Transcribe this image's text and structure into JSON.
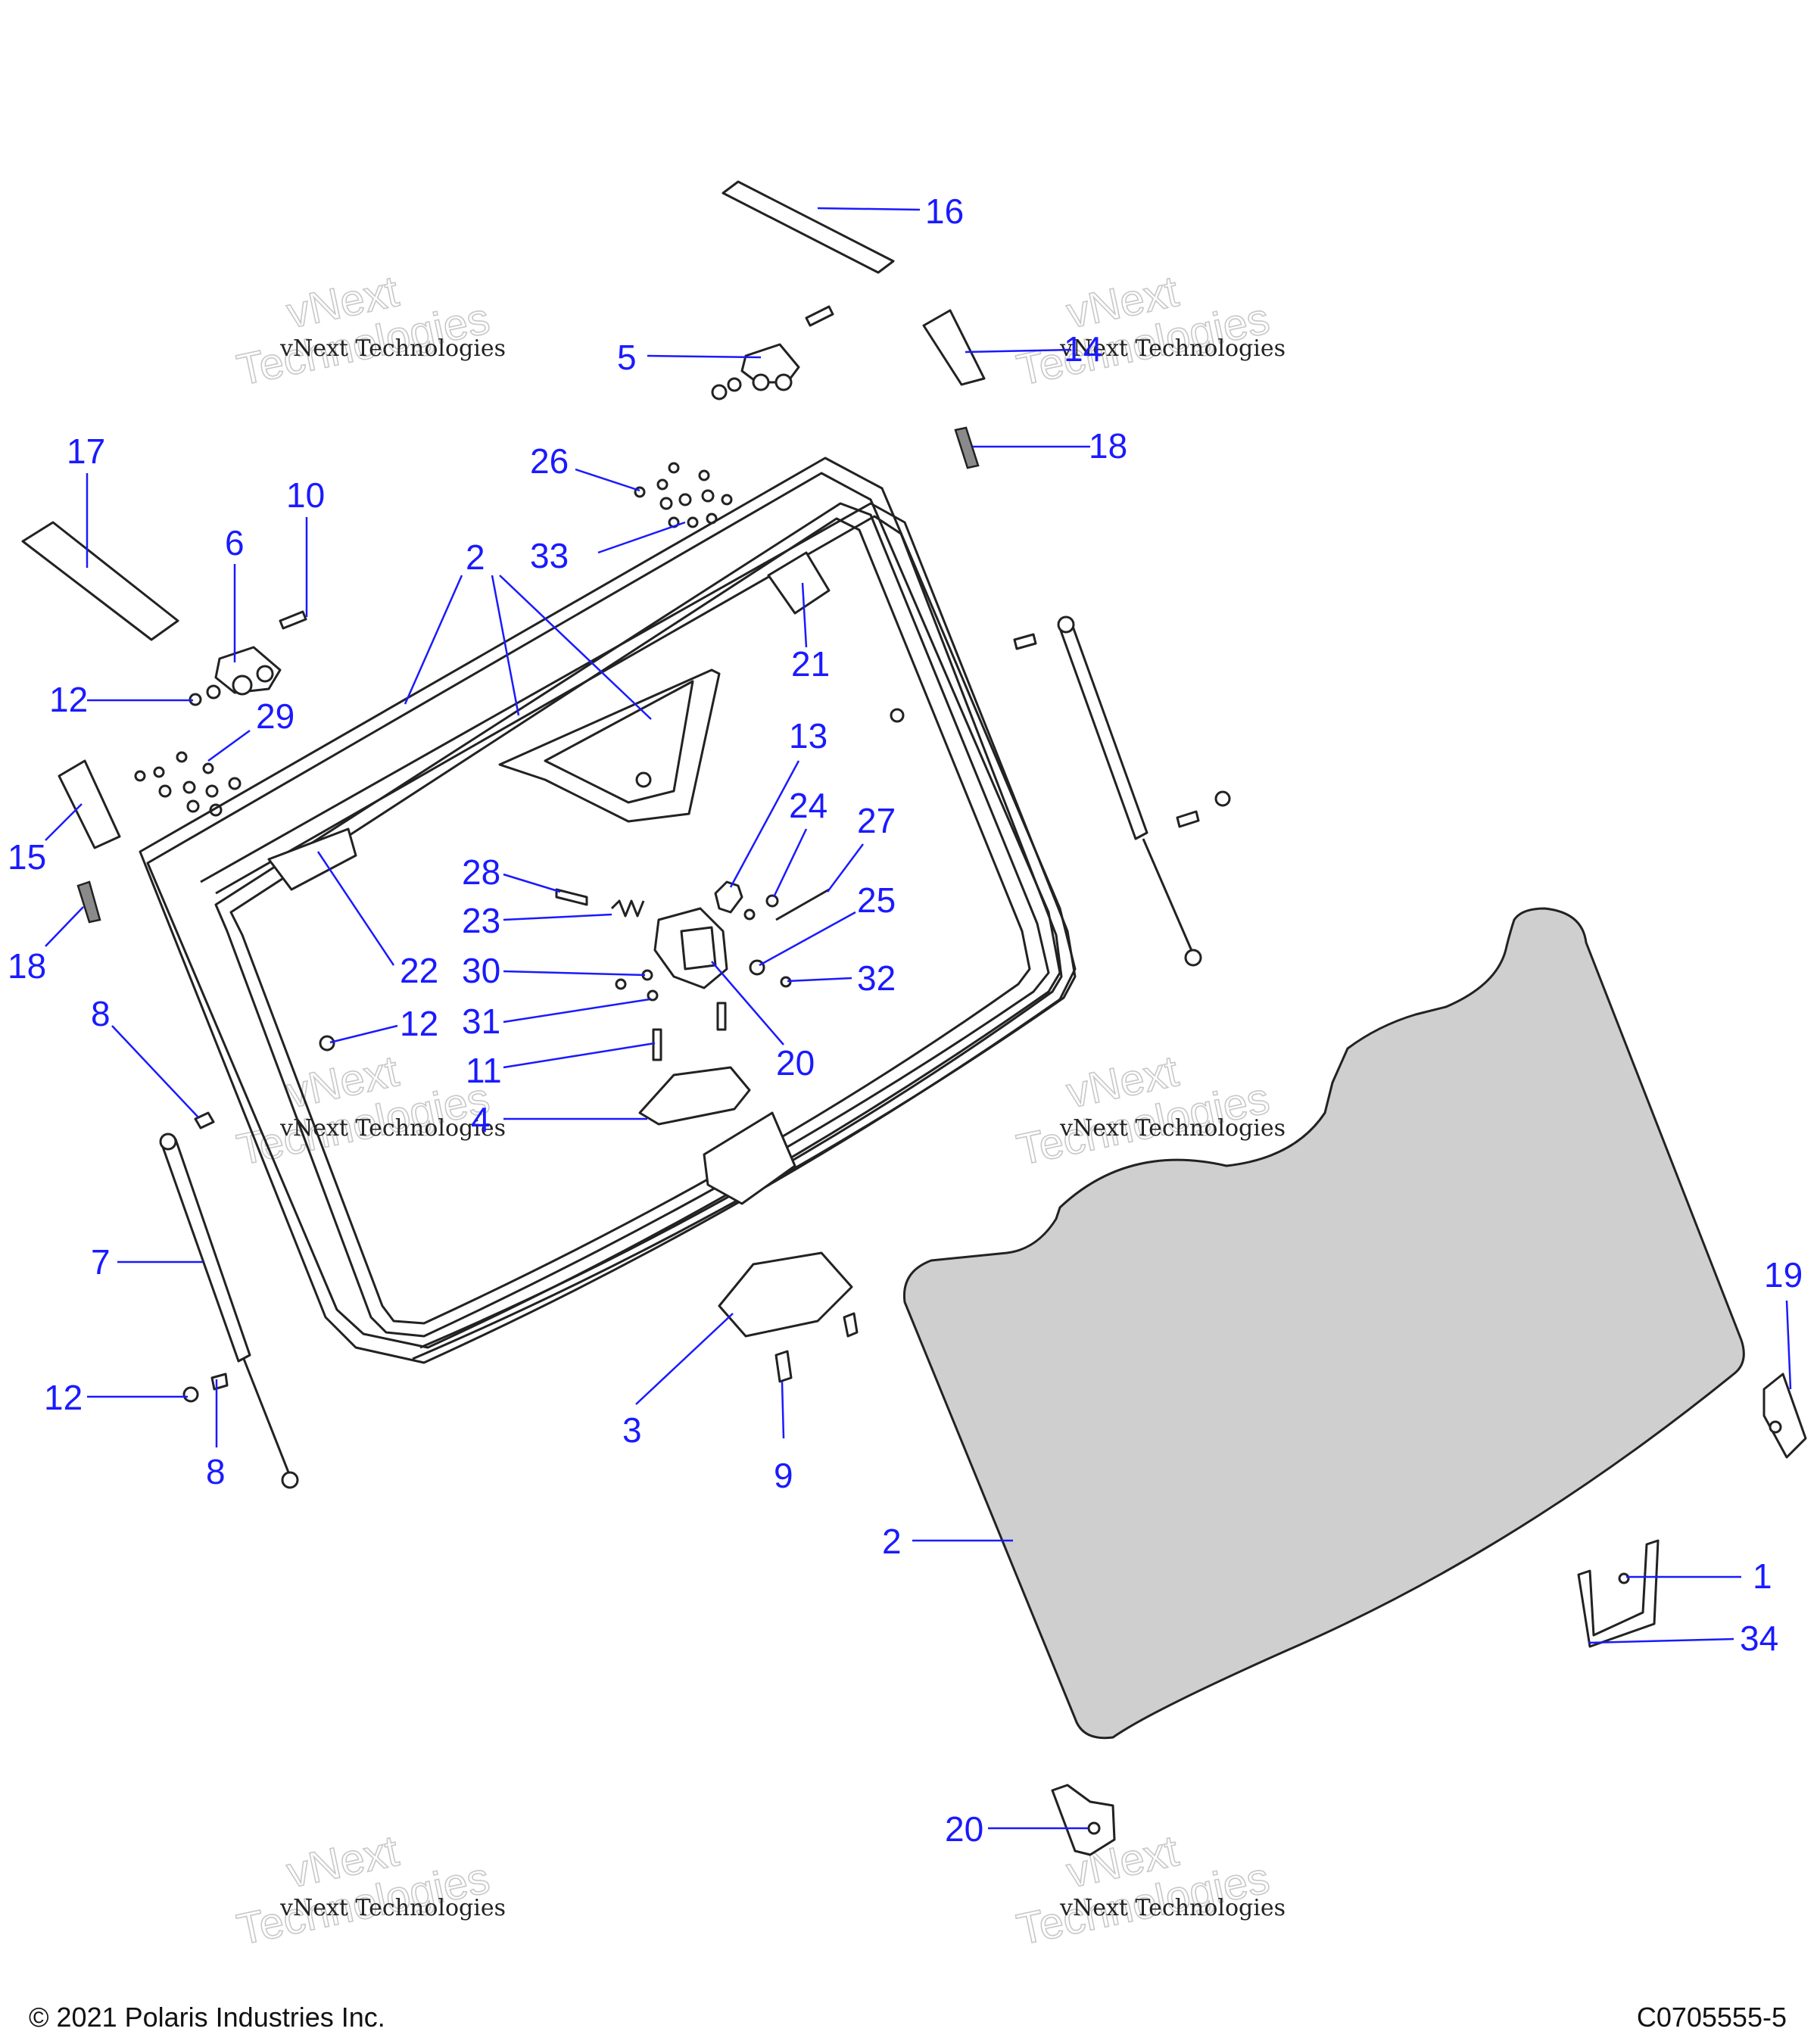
{
  "footer": {
    "copyright": "© 2021 Polaris Industries Inc.",
    "drawing_number": "C0705555-5"
  },
  "watermark": {
    "line1": "vNext",
    "line2": "Technologies",
    "small": "vNext Technologies"
  },
  "callouts": {
    "c16": "16",
    "c5": "5",
    "c14": "14",
    "c18a": "18",
    "c17": "17",
    "c26": "26",
    "c10": "10",
    "c6": "6",
    "c33": "33",
    "c2a": "2",
    "c21": "21",
    "c12a": "12",
    "c29": "29",
    "c13": "13",
    "c15": "15",
    "c24": "24",
    "c27": "27",
    "c28": "28",
    "c25": "25",
    "c18b": "18",
    "c23": "23",
    "c22": "22",
    "c30": "30",
    "c32": "32",
    "c8a": "8",
    "c12b": "12",
    "c31": "31",
    "c11": "11",
    "c20a": "20",
    "c4": "4",
    "c7": "7",
    "c19": "19",
    "c12c": "12",
    "c3": "3",
    "c8b": "8",
    "c9": "9",
    "c2b": "2",
    "c1": "1",
    "c34": "34",
    "c20b": "20"
  },
  "colors": {
    "callout": "#1a1aff",
    "line_art": "#222222",
    "glass_fill": "#cfcfcf",
    "watermark": "#c8c8c8"
  }
}
